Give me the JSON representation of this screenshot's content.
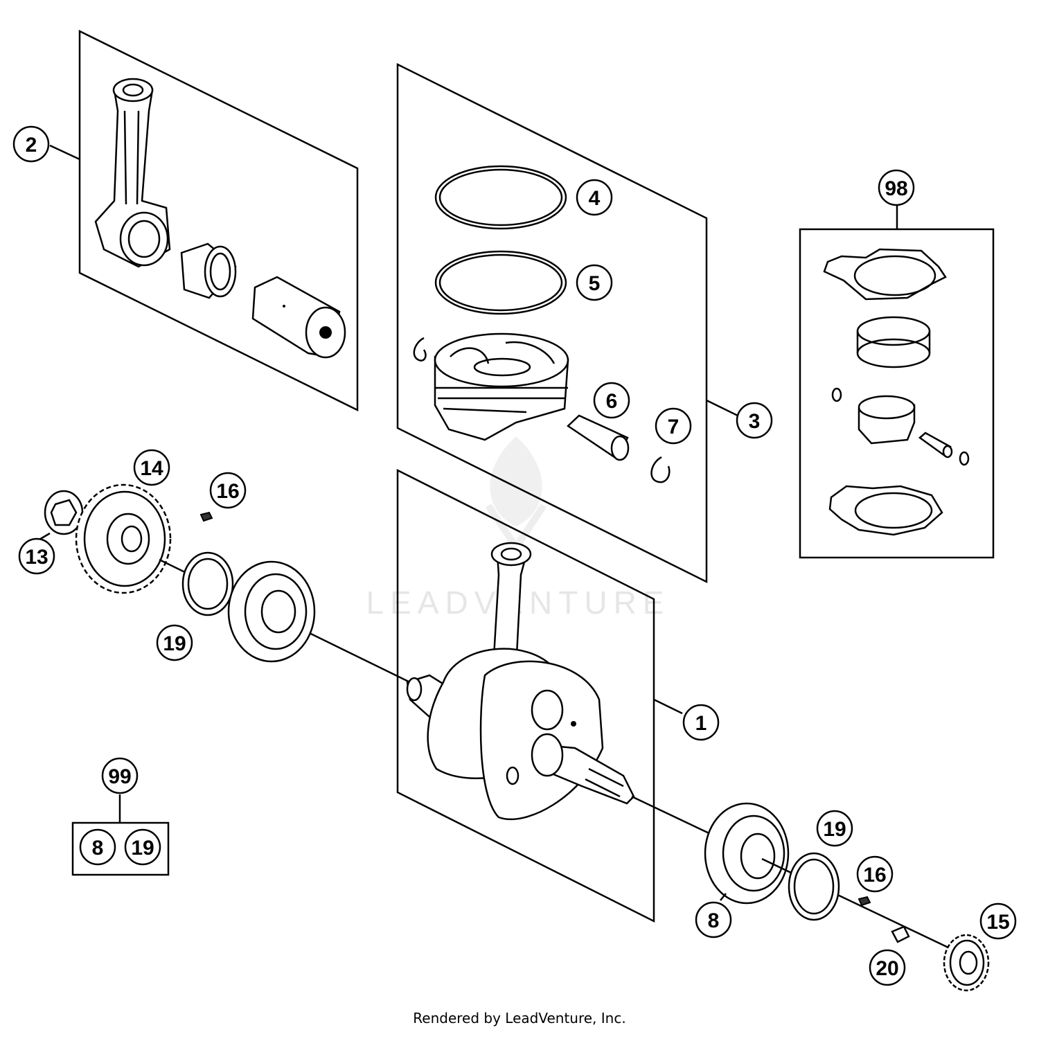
{
  "callouts": {
    "c1": "1",
    "c2": "2",
    "c3": "3",
    "c4": "4",
    "c5": "5",
    "c6": "6",
    "c7": "7",
    "c8a": "8",
    "c8b": "8",
    "c13": "13",
    "c14": "14",
    "c15": "15",
    "c16a": "16",
    "c16b": "16",
    "c19a": "19",
    "c19b": "19",
    "c19c": "19",
    "c20": "20",
    "c98": "98",
    "c99": "99"
  },
  "watermark": "LEADVENTURE",
  "footer": "Rendered by LeadVenture, Inc."
}
